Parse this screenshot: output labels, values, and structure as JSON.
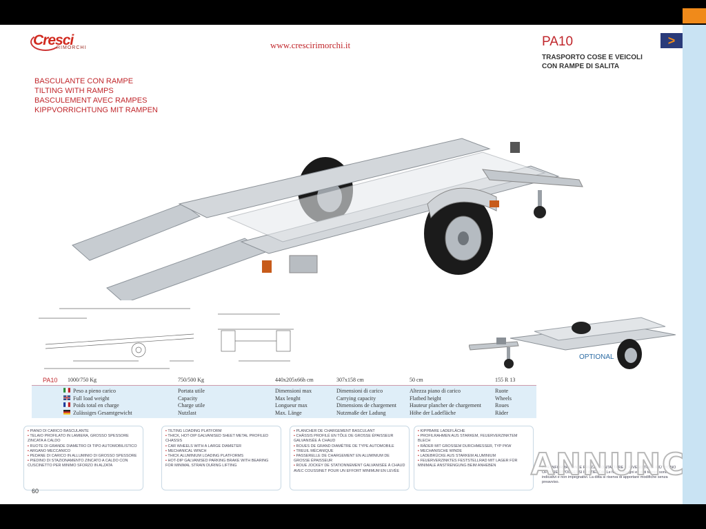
{
  "header": {
    "brand": "Cresci",
    "brand_sub": "RIMORCHI",
    "url": "www.crescirimorchi.it",
    "model": "PA10",
    "subtitle_lines": [
      "TRASPORTO COSE E VEICOLI",
      "CON RAMPE DI SALITA"
    ],
    "arrow": ">"
  },
  "titles": [
    "BASCULANTE CON RAMPE",
    "TILTING WITH RAMPS",
    "BASCULEMENT AVEC RAMPES",
    "KIPPVORRICHTUNG MIT RAMPEN"
  ],
  "optional_label": "OPTIONAL",
  "spec": {
    "model": "PA10",
    "values": [
      "1000/750 Kg",
      "750/500 Kg",
      "440x205x66h cm",
      "307x158 cm",
      "50 cm",
      "155 R 13"
    ],
    "columns": [
      [
        "Peso a pieno carico",
        "Full load weight",
        "Poids total en charge",
        "Zulässiges Gesamtgewicht"
      ],
      [
        "Portata utile",
        "Capacity",
        "Charge utile",
        "Nutzlast"
      ],
      [
        "Dimensioni max",
        "Max lenght",
        "Longueur max",
        "Max. Länge"
      ],
      [
        "Dimensioni di carico",
        "Carrying capacity",
        "Dimensions de chargement",
        "Nutzmaße der Ladung"
      ],
      [
        "Altezza piano di carico",
        "Flatbed height",
        "Hauteur plancher de chargement",
        "Höhe der Ladefläche"
      ],
      [
        "Ruote",
        "Wheels",
        "Roues",
        "Räder"
      ]
    ]
  },
  "boxes": [
    [
      "PIANO DI CARICO BASCULANTE",
      "TELAIO PROFILATO IN LAMIERA, GROSSO SPESSORE ZINCATA A CALDO",
      "RUOTE DI GRANDE DIAMETRO DI TIPO AUTOMOBILISTICO",
      "ARGANO MECCANICO",
      "PEDANE DI CARICO IN ALLUMINIO DI GROSSO SPESSORE",
      "PIEDINO DI STAZIONAMENTO ZINCATO A CALDO CON CUSCINETTO PER MINIMO SFORZO IN ALZATA"
    ],
    [
      "TILTING LOADING PLATFORM",
      "THICK, HOT-DIP GALVANISED SHEET METAL PROFILED CHASSIS",
      "CAR WHEELS WITH A LARGE DIAMETER",
      "MECHANICAL WINCH",
      "THICK ALUMINIUM LOADING PLATFORMS",
      "HOT-DIP GALVANISED PARKING BRAKE WITH BEARING FOR MINIMAL STRAIN DURING LIFTING"
    ],
    [
      "PLANCHER DE CHARGEMENT BASCULANT",
      "CHÂSSIS PROFILÉ EN TÔLE DE GROSSE ÉPAISSEUR GALVANISÉE À CHAUD",
      "ROUES DE GRAND DIAMÈTRE DE TYPE AUTOMOBILE",
      "TREUIL MÉCANIQUE",
      "PASSERELLE DE CHARGEMENT EN ALUMINIUM DE GROSSE ÉPAISSEUR",
      "ROUE JOCKEY DE STATIONNEMENT GALVANISÉE À CHAUD AVEC COUSSINET POUR UN EFFORT MINIMUM EN LEVÉE"
    ],
    [
      "KIPPBARE LADEFLÄCHE",
      "PROFILRAHMEN AUS STARKEM, FEUERVERZINKTEM BLECH",
      "RÄDER MIT GROSSEM DURCHMESSER, TYP PKW",
      "MECHANISCHE WINDE",
      "LADEBRÜCKE AUS STARKEM ALUMINIUM",
      "FEUERVERZINKTES FESTSTELLRAD MIT LAGER FÜR MINIMALE ANSTRENGUNG BEIM ANHEBEN"
    ]
  ],
  "page_number": "60",
  "footnote": "PER INFORMAZIONI E PREZZI, CONTATTARE IL RIVENDITORE PIÙ VICINO OPPURE RIVOLGERSI IN AZIENDA. Le foto, i disegni e i dati tecnici sono indicativi e non impegnativi. La ditta si riserva di apportare modifiche senza preavviso.",
  "watermark": "ANNUNCI",
  "colors": {
    "accent": "#c0262b",
    "band": "#dfeef8",
    "sidebar": "#c9e3f3",
    "arrow_bg": "#2a3b7a",
    "arrow_fg": "#f08a1a"
  }
}
